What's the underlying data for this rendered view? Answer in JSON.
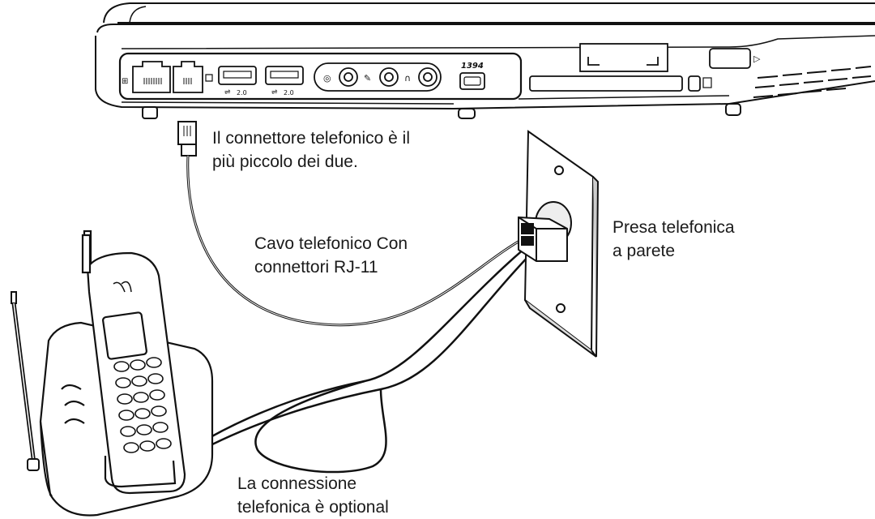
{
  "labels": {
    "connector_note": [
      "Il connettore telefonico è il",
      "più piccolo dei due."
    ],
    "phone_cable": [
      "Cavo telefonico Con",
      "connettori RJ-11"
    ],
    "wall_jack": [
      "Presa telefonica",
      "a parete"
    ],
    "optional_connection": [
      "La connessione",
      "telefonica è optional"
    ]
  },
  "port_labels": {
    "usb_a": "2.0",
    "usb_b": "2.0",
    "firewire": "1394"
  }
}
